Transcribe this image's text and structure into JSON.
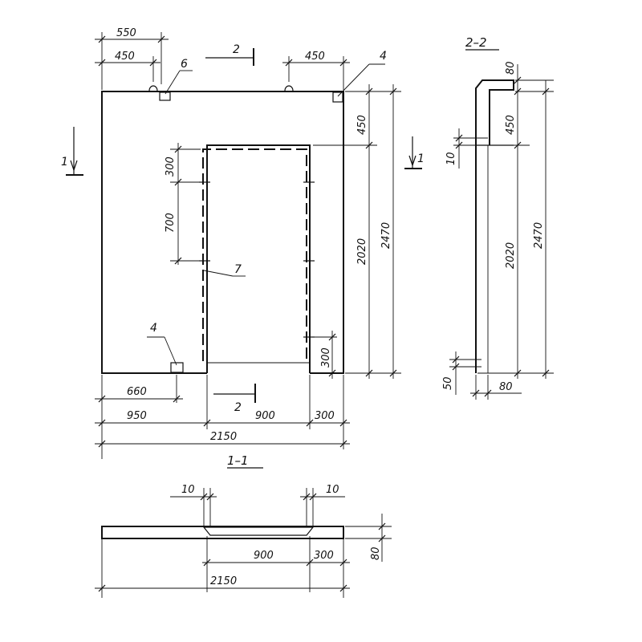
{
  "front_view": {
    "dimensions": {
      "top_550": "550",
      "top_450_left": "450",
      "top_450_right": "450",
      "right_450": "450",
      "right_2020": "2020",
      "right_2470": "2470",
      "left_300": "300",
      "left_700": "700",
      "right_300": "300",
      "bottom_660": "660",
      "bottom_950": "950",
      "bottom_900": "900",
      "bottom_300": "300",
      "bottom_2150": "2150"
    },
    "callouts": {
      "item_6": "6",
      "item_4_top": "4",
      "item_4_bottom": "4",
      "item_7": "7"
    },
    "section_marks": {
      "top_2": "2",
      "bottom_2": "2",
      "left_1": "1",
      "right_1": "1"
    }
  },
  "section_2_2": {
    "title": "2–2",
    "dimensions": {
      "d80_top": "80",
      "d450": "450",
      "d10": "10",
      "d2020": "2020",
      "d2470": "2470",
      "d50": "50",
      "d80_bottom": "80"
    }
  },
  "section_1_1": {
    "title": "1–1",
    "dimensions": {
      "d10_left": "10",
      "d10_right": "10",
      "d900": "900",
      "d300": "300",
      "d80": "80",
      "d2150": "2150"
    }
  }
}
